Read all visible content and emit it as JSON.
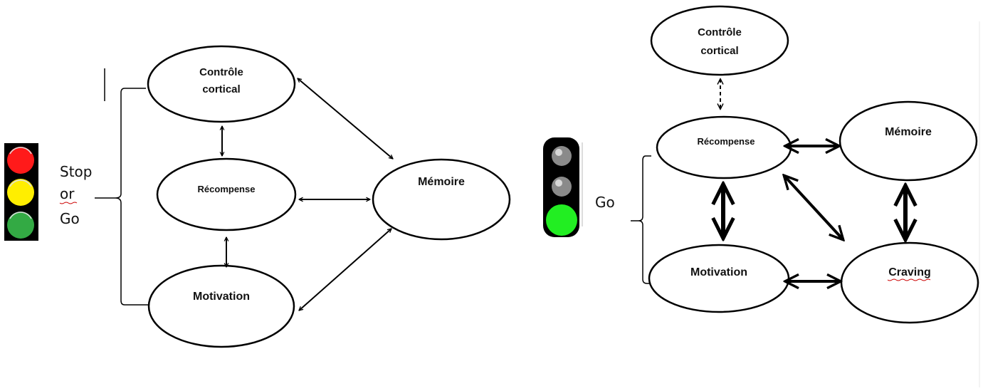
{
  "left": {
    "nodes": {
      "controle": [
        "Contrôle",
        "cortical"
      ],
      "recompense": "Récompense",
      "motivation": "Motivation",
      "memoire": "Mémoire"
    },
    "light_label": [
      "Stop",
      "or",
      "Go"
    ]
  },
  "right": {
    "nodes": {
      "controle": [
        "Contrôle",
        "cortical"
      ],
      "recompense": "Récompense",
      "memoire": "Mémoire",
      "motivation": "Motivation",
      "craving": "Craving"
    },
    "light_label": "Go"
  },
  "colors": {
    "light_red": "#ff1a1a",
    "light_yellow": "#ffee00",
    "light_green": "#33aa44",
    "light_green_active": "#22ee22",
    "light_off": "#8a8a8a",
    "spellcheck": "#cc0000"
  }
}
